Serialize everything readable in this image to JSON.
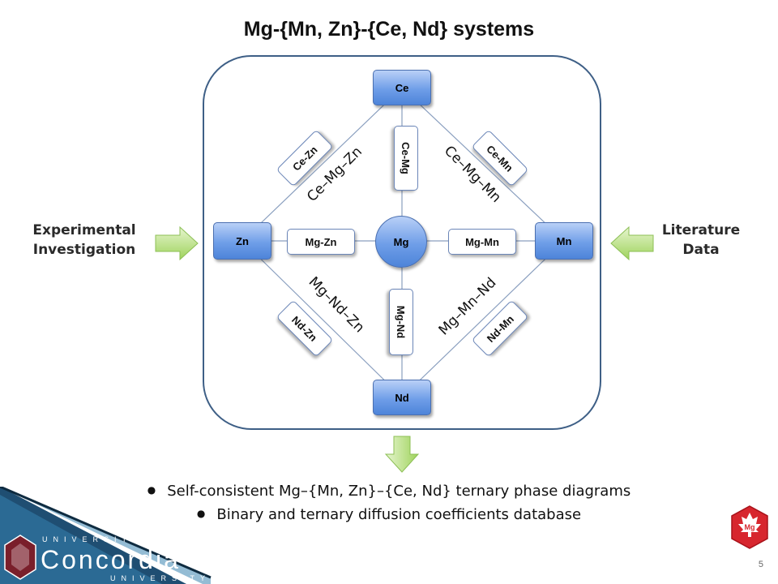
{
  "title": "Mg-{Mn, Zn}-{Ce, Nd} systems",
  "elements": {
    "ce": "Ce",
    "zn": "Zn",
    "mg": "Mg",
    "mn": "Mn",
    "nd": "Nd"
  },
  "binaries": {
    "ce_zn": "Ce-Zn",
    "ce_mg": "Ce-Mg",
    "ce_mn": "Ce-Mn",
    "mg_zn": "Mg-Zn",
    "mg_mn": "Mg-Mn",
    "nd_zn": "Nd-Zn",
    "mg_nd": "Mg-Nd",
    "nd_mn": "Nd-Mn"
  },
  "ternaries": {
    "ce_mg_zn": "Ce–Mg–Zn",
    "ce_mg_mn": "Ce–Mg–Mn",
    "mg_nd_zn": "Mg–Nd–Zn",
    "mg_mn_nd": "Mg–Mn–Nd"
  },
  "inputs": {
    "left_line1": "Experimental",
    "left_line2": "Investigation",
    "right_line1": "Literature",
    "right_line2": "Data"
  },
  "outputs": [
    "Self-consistent Mg–{Mn, Zn}–{Ce, Nd} ternary phase diagrams",
    "Binary and ternary diffusion coefficients database"
  ],
  "logo": {
    "top": "UNIVERSITE",
    "word": "Concordia",
    "bottom": "UNIVERSITY"
  },
  "badge_text": "Mg",
  "page_number": "5",
  "colors": {
    "node_blue": "#6f9ee8",
    "frame": "#3e5f86",
    "arrow_green": "#a9d86a",
    "band_blue": "#1e4f73",
    "badge_red": "#d7262e"
  }
}
